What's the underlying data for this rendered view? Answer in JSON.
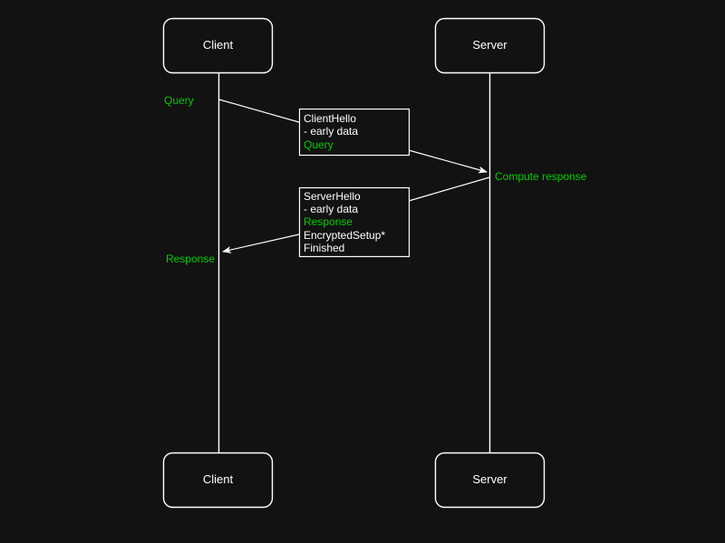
{
  "diagram": {
    "type": "sequence-diagram",
    "background_color": "#121212",
    "line_color": "#ffffff",
    "accent_color": "#00cc00",
    "participants": [
      {
        "id": "client",
        "label": "Client"
      },
      {
        "id": "server",
        "label": "Server"
      }
    ],
    "participants_bottom": [
      {
        "id": "client-bottom",
        "label": "Client"
      },
      {
        "id": "server-bottom",
        "label": "Server"
      }
    ],
    "side_labels": [
      {
        "id": "query-label",
        "text": "Query",
        "color": "#00cc00"
      },
      {
        "id": "response-label",
        "text": "Response",
        "color": "#00cc00"
      },
      {
        "id": "compute-response-label",
        "text": "Compute response",
        "color": "#00cc00"
      }
    ],
    "message_boxes": [
      {
        "id": "client-hello-box",
        "lines": [
          {
            "text": "ClientHello",
            "color": "#ffffff"
          },
          {
            "text": "- early data",
            "color": "#ffffff"
          },
          {
            "text": "Query",
            "color": "#00cc00"
          }
        ]
      },
      {
        "id": "server-hello-box",
        "lines": [
          {
            "text": "ServerHello",
            "color": "#ffffff"
          },
          {
            "text": "- early data",
            "color": "#ffffff"
          },
          {
            "text": "Response",
            "color": "#00cc00"
          },
          {
            "text": "EncryptedSetup*",
            "color": "#ffffff"
          },
          {
            "text": "Finished",
            "color": "#ffffff"
          }
        ]
      }
    ],
    "arrows": [
      {
        "id": "client-to-box1",
        "from": "client-lifeline",
        "to": "client-hello-box",
        "arrowhead": false
      },
      {
        "id": "box1-to-server",
        "from": "client-hello-box",
        "to": "server-lifeline",
        "arrowhead": true
      },
      {
        "id": "server-to-box2",
        "from": "server-lifeline",
        "to": "server-hello-box",
        "arrowhead": false
      },
      {
        "id": "box2-to-client",
        "from": "server-hello-box",
        "to": "client-lifeline",
        "arrowhead": true
      }
    ]
  }
}
